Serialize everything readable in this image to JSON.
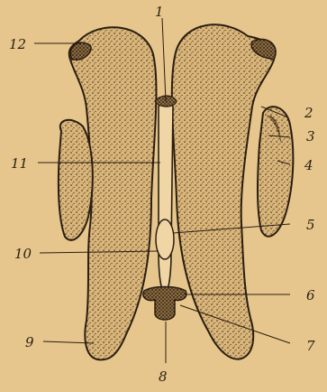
{
  "figure": {
    "background": "#e6c68c",
    "ink": "#2a1e12",
    "labels": [
      "1",
      "2",
      "3",
      "4",
      "5",
      "6",
      "7",
      "8",
      "9",
      "10",
      "11",
      "12"
    ]
  }
}
